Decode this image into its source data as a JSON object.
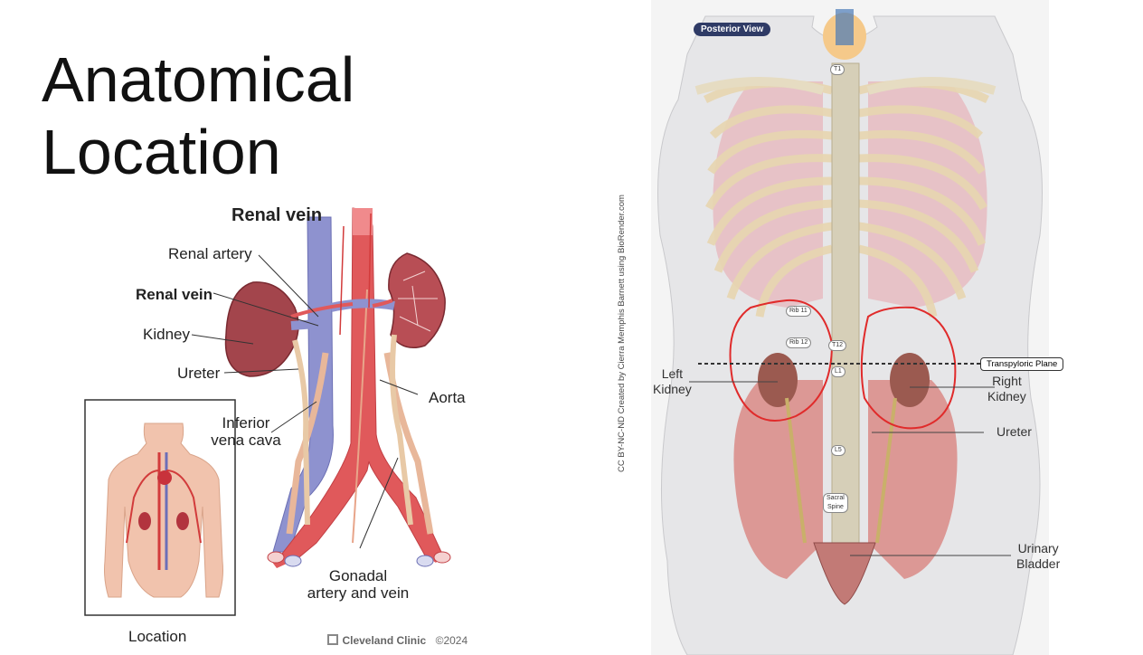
{
  "slide": {
    "title_line1": "Anatomical",
    "title_line2": "Location"
  },
  "left_figure": {
    "title": "Renal vein",
    "labels": {
      "renal_artery": "Renal artery",
      "renal_vein": "Renal vein",
      "kidney": "Kidney",
      "ureter": "Ureter",
      "aorta": "Aorta",
      "ivc_line1": "Inferior",
      "ivc_line2": "vena cava",
      "gonadal_line1": "Gonadal",
      "gonadal_line2": "artery and vein"
    },
    "inset_caption": "Location",
    "brand": "Cleveland Clinic",
    "copyright": "©2024"
  },
  "right_figure": {
    "view_badge": "Posterior View",
    "credit": "CC BY-NC-ND Created by Cierra Memphis Barnett using BioRender.com",
    "plane_label": "Transpyloric Plane",
    "left_kidney_line1": "Left",
    "left_kidney_line2": "Kidney",
    "right_kidney_line1": "Right",
    "right_kidney_line2": "Kidney",
    "ureter": "Ureter",
    "bladder_line1": "Urinary",
    "bladder_line2": "Bladder",
    "markers": {
      "t1": "T1",
      "rib11": "Rib 11",
      "rib12": "Rib 12",
      "t12": "T12",
      "l1": "L1",
      "l5": "L5",
      "sacral1": "Sacral",
      "sacral2": "Spine"
    }
  }
}
